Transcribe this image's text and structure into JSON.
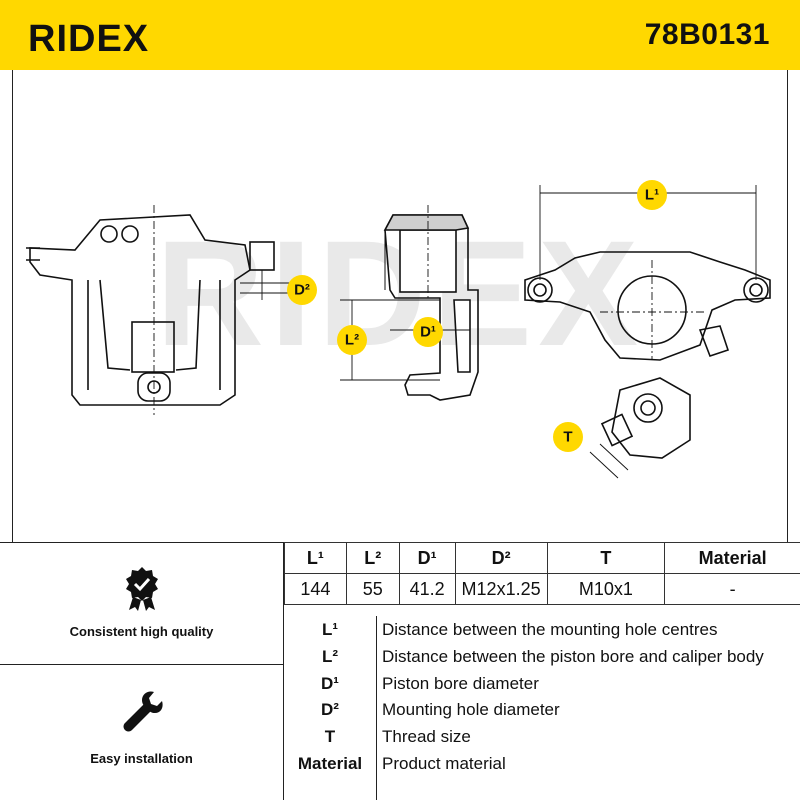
{
  "brand": "RIDEX",
  "part_code": "78B0131",
  "watermark": "RIDEX",
  "diagram_labels": {
    "l1": "L¹",
    "l2": "L²",
    "d1": "D¹",
    "d2": "D²",
    "t": "T"
  },
  "features": [
    {
      "label": "Consistent high quality",
      "icon": "badge-check-icon"
    },
    {
      "label": "Easy installation",
      "icon": "wrench-icon"
    }
  ],
  "spec_table": {
    "headers": [
      "L¹",
      "L²",
      "D¹",
      "D²",
      "T",
      "Material"
    ],
    "values": [
      "144",
      "55",
      "41.2",
      "M12x1.25",
      "M10x1",
      "-"
    ]
  },
  "definitions": [
    {
      "key": "L¹",
      "text": "Distance between the mounting hole centres"
    },
    {
      "key": "L²",
      "text": "Distance between the piston bore and caliper body"
    },
    {
      "key": "D¹",
      "text": "Piston bore diameter"
    },
    {
      "key": "D²",
      "text": "Mounting hole diameter"
    },
    {
      "key": "T",
      "text": "Thread size"
    },
    {
      "key": "Material",
      "text": "Product material"
    }
  ],
  "colors": {
    "accent": "#ffd800",
    "ink": "#111111"
  }
}
